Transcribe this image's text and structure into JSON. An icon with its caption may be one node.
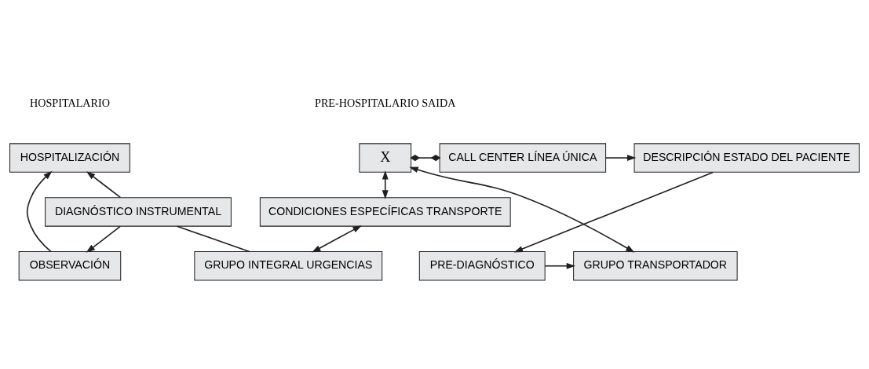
{
  "diagram": {
    "nodes": [
      {
        "text": [
          "X"
        ]
      },
      {
        "text": [
          "CALL CENTER LÍNEA ÚNICA"
        ]
      },
      {
        "text": [
          "DESCRIPCIÓN ESTADO DEL PACIENTE"
        ]
      },
      {
        "text": [
          "GRUPO TRANSPORTADOR"
        ]
      },
      {
        "text": [
          "PRE-DIAGNÓSTICO"
        ]
      },
      {
        "text": [
          "CONDICIONES ESPECÍFICAS TRANSPORTE"
        ]
      },
      {
        "text": [
          "HOSPITALIZACIÓN"
        ]
      },
      {
        "text": [
          "OBSERVACIÓN"
        ]
      },
      {
        "text": [
          "DIAGNÓSTICO INSTRUMENTAL"
        ]
      },
      {
        "text": [
          "GRUPO INTEGRAL URGENCIAS"
        ]
      }
    ],
    "edges": [
      {
        "from": 0,
        "to": 1,
        "arrow": "other"
      },
      {
        "from": 1,
        "to": 2,
        "arrow": "to"
      },
      {
        "from": 2,
        "to": 4,
        "arrow": "to"
      },
      {
        "from": 4,
        "to": 3,
        "arrow": "to"
      },
      {
        "from": 0,
        "to": 3,
        "arrow": "both"
      },
      {
        "from": 0,
        "to": 5,
        "arrow": "both"
      },
      {
        "from": 5,
        "to": 9,
        "arrow": "both"
      },
      {
        "from": 9,
        "to": 8,
        "arrow": "none"
      },
      {
        "from": 8,
        "to": 6,
        "arrow": "to"
      },
      {
        "from": 8,
        "to": 7,
        "arrow": "to"
      },
      {
        "from": 7,
        "to": 6,
        "arrow": "to"
      }
    ],
    "labels": [
      "PRE-HOSPITALARIO SAIDA",
      "HOSPITALARIO"
    ]
  }
}
